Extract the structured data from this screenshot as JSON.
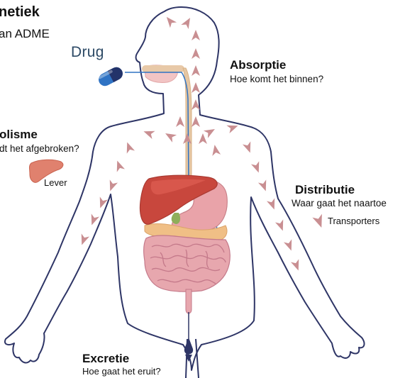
{
  "title": {
    "line1": "netiek",
    "line2": "an ADME"
  },
  "drug_label": "Drug",
  "sections": {
    "absorptie": {
      "heading": "Absorptie",
      "question": "Hoe komt het binnen?"
    },
    "metabolisme": {
      "heading": "olisme",
      "question": "dt het afgebroken?",
      "organ_label": "Lever"
    },
    "distributie": {
      "heading": "Distributie",
      "question": "Waar gaat het naartoe",
      "legend_label": "Transporters"
    },
    "excretie": {
      "heading": "Excretie",
      "question": "Hoe gaat het eruit?"
    }
  },
  "colors": {
    "outline": "#2e3566",
    "arrow": "#c98f92",
    "liver": "#c8473d",
    "stomach": "#e9a3a9",
    "intestine": "#d9818c",
    "esophagus": "#e5c7a4",
    "drug_blue": "#2f73c4"
  }
}
